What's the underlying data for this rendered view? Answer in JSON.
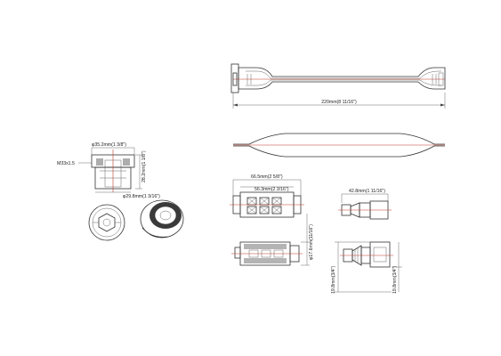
{
  "dimensions": {
    "total_length": "220mm(8 11/16\")",
    "cap_diameter": "φ35.2mm(1 3/8\")",
    "thread": "M33x1.5",
    "cap_height": "28.2mm(1 1/8\")",
    "cap_body_diameter": "φ29.8mm(1 3/16\")",
    "cartridge_length": "66.5mm(2 5/8\")",
    "cartridge_inner_length": "56.3mm(2 3/16\")",
    "cartridge_diameter": "φ17.6mm(11/16\")",
    "connector_length": "42.8mm(1 11/16\")",
    "connector_height_a": "19.8mm(3/4\")",
    "connector_height_b": "19.8mm(3/4\")"
  },
  "colors": {
    "outline": "#333333",
    "center_line": "#c0392b"
  }
}
